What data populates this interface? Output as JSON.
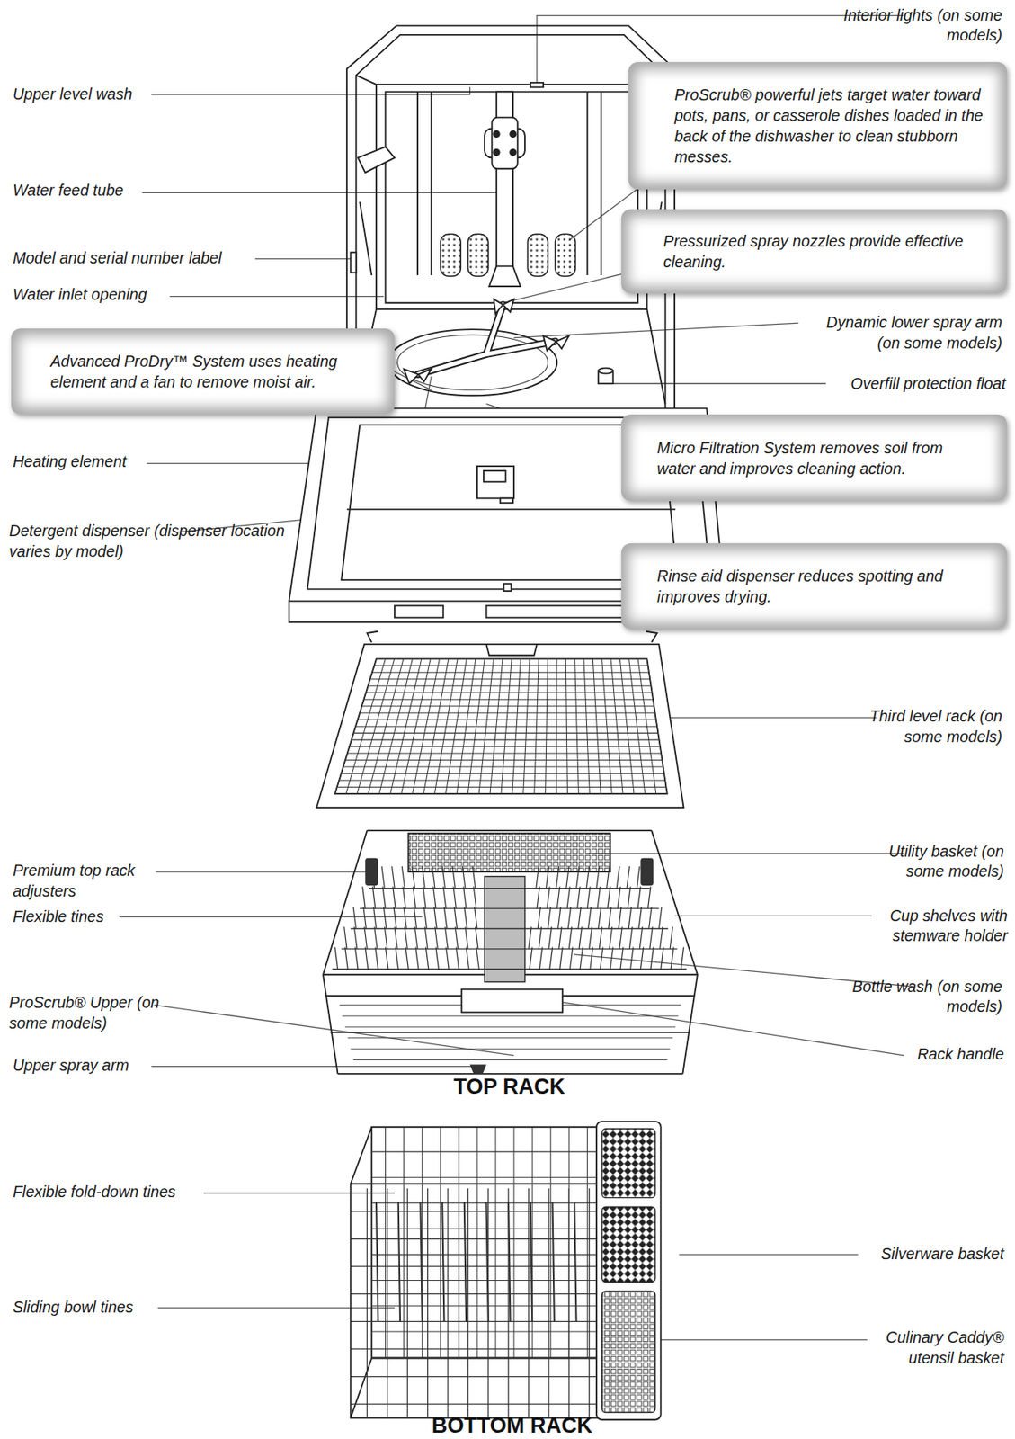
{
  "diagram": {
    "nodes": [
      {
        "text": [
          "ProScrub® powerful jets target water toward pots, pans, or casserole dishes loaded in the back of the dishwasher to clean stubborn messes."
        ]
      },
      {
        "text": [
          "Pressurized spray nozzles provide effective cleaning."
        ]
      },
      {
        "text": [
          "Advanced ProDry™ System uses heating element and a fan to remove moist air."
        ]
      },
      {
        "text": [
          "Micro Filtration System removes soil from water and improves cleaning action."
        ]
      },
      {
        "text": [
          "Rinse aid dispenser reduces spotting and improves drying."
        ]
      }
    ],
    "labels": [
      "Interior lights (on some models)",
      "Upper level wash",
      "Water feed tube",
      "Model and serial number label",
      "Water inlet opening",
      "Dynamic lower spray arm (on some models)",
      "Overfill protection float",
      "Heating element",
      "Detergent dispenser (dispenser location varies by model)",
      "Third level rack (on some models)",
      "Premium top rack adjusters",
      "Utility basket (on some models)",
      "Flexible tines",
      "Cup shelves with stemware holder",
      "Bottle wash (on some models)",
      "ProScrub® Upper (on some models)",
      "Rack handle",
      "Upper spray arm",
      "TOP RACK",
      "Flexible fold-down tines",
      "Silverware basket",
      "Sliding bowl tines",
      "Culinary Caddy® utensil basket",
      "BOTTOM RACK"
    ]
  }
}
